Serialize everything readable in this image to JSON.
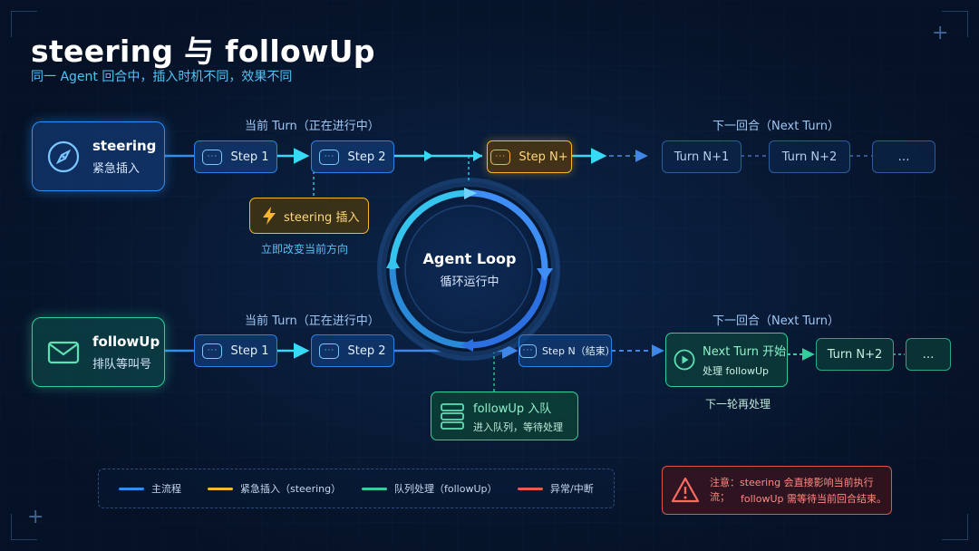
{
  "header": {
    "title": "steering 与 followUp",
    "subtitle": "同一 Agent 回合中，插入时机不同，效果不同"
  },
  "top_row": {
    "current_turn_label": "当前 Turn（正在进行中）",
    "next_turn_label": "下一回合（Next Turn）",
    "head": {
      "title": "steering",
      "subtitle": "紧急插入",
      "icon": "compass-icon"
    },
    "steps": [
      "Step 1",
      "Step 2",
      "Step N+"
    ],
    "next_turns": [
      "Turn N+1",
      "Turn N+2",
      "…"
    ],
    "callout": {
      "label": "steering 插入",
      "icon": "lightning-icon",
      "note": "立即改变当前方向"
    }
  },
  "loop": {
    "title": "Agent Loop",
    "subtitle": "循环运行中"
  },
  "bottom_row": {
    "current_turn_label": "当前 Turn（正在进行中）",
    "next_turn_label": "下一回合（Next Turn）",
    "head": {
      "title": "followUp",
      "subtitle": "排队等叫号",
      "icon": "mail-icon"
    },
    "steps": [
      "Step 1",
      "Step 2",
      "Step N（结束）"
    ],
    "next_turn_start": {
      "title": "Next Turn 开始",
      "subtitle": "处理 followUp",
      "icon": "play-icon"
    },
    "next_turns": [
      "Turn N+2",
      "…"
    ],
    "next_note": "下一轮再处理",
    "callout": {
      "title": "followUp 入队",
      "subtitle": "进入队列，等待处理",
      "icon": "queue-icon"
    }
  },
  "legend": [
    {
      "label": "主流程",
      "color": "#2f8ef0"
    },
    {
      "label": "紧急插入（steering）",
      "color": "#f6b72a"
    },
    {
      "label": "队列处理（followUp）",
      "color": "#2fcf9a"
    },
    {
      "label": "异常/中断",
      "color": "#e85a50"
    }
  ],
  "warning": {
    "line1": "注意：steering 会直接影响当前执行流；",
    "line2": "followUp 需等待当前回合结束。",
    "icon": "warning-icon"
  }
}
